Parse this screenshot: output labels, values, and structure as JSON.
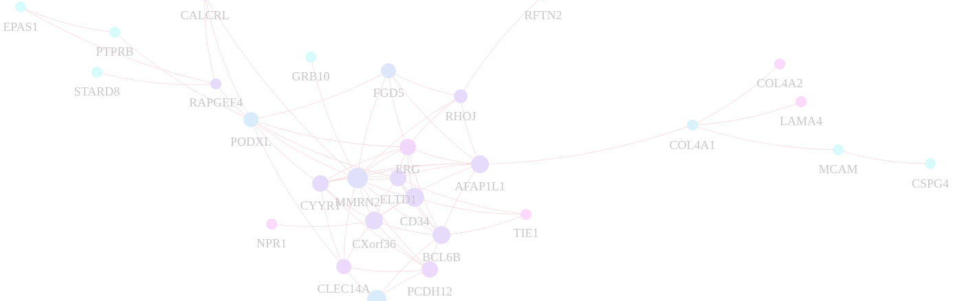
{
  "network": {
    "nodes": [
      {
        "id": "EPAS1",
        "label": "EPAS1",
        "color": "#d7fbfb"
      },
      {
        "id": "CALCRL",
        "label": "CALCRL",
        "color": "#e6dbfa"
      },
      {
        "id": "RFTN2",
        "label": "RFTN2",
        "color": "#d7fbfb"
      },
      {
        "id": "PTPRB",
        "label": "PTPRB",
        "color": "#d7fbfb"
      },
      {
        "id": "STARD8",
        "label": "STARD8",
        "color": "#d7fbfb"
      },
      {
        "id": "GRB10",
        "label": "GRB10",
        "color": "#d7fbfb"
      },
      {
        "id": "FGD5",
        "label": "FGD5",
        "color": "#dde6fb"
      },
      {
        "id": "RAPGEF4",
        "label": "RAPGEF4",
        "color": "#e6dbfa"
      },
      {
        "id": "RHOJ",
        "label": "RHOJ",
        "color": "#e6dbfa"
      },
      {
        "id": "PODXL",
        "label": "PODXL",
        "color": "#d9ecfb"
      },
      {
        "id": "ERG",
        "label": "ERG",
        "color": "#f1d8fb"
      },
      {
        "id": "AFAP1L1",
        "label": "AFAP1L1",
        "color": "#e6dbfa"
      },
      {
        "id": "MMRN2",
        "label": "MMRN2",
        "color": "#dfe1fb"
      },
      {
        "id": "ELTD1",
        "label": "ELTD1",
        "color": "#e6dbfa"
      },
      {
        "id": "CYYR1",
        "label": "CYYR1",
        "color": "#e6dbfa"
      },
      {
        "id": "CD34",
        "label": "CD34",
        "color": "#e6dbfa"
      },
      {
        "id": "NPR1",
        "label": "NPR1",
        "color": "#fbd9fb"
      },
      {
        "id": "TIE1",
        "label": "TIE1",
        "color": "#fbd9fb"
      },
      {
        "id": "CXorf36",
        "label": "CXorf36",
        "color": "#e6dbfa"
      },
      {
        "id": "BCL6B",
        "label": "BCL6B",
        "color": "#e6dbfa"
      },
      {
        "id": "CLEC14A",
        "label": "CLEC14A",
        "color": "#ecd9fb"
      },
      {
        "id": "PCDH12",
        "label": "PCDH12",
        "color": "#ecd9fb"
      },
      {
        "id": "HUB",
        "label": "",
        "color": "#d9ecfb"
      },
      {
        "id": "COL4A2",
        "label": "COL4A2",
        "color": "#fbd9fb"
      },
      {
        "id": "LAMA4",
        "label": "LAMA4",
        "color": "#fbd9fb"
      },
      {
        "id": "COL4A1",
        "label": "COL4A1",
        "color": "#d9f1fb"
      },
      {
        "id": "MCAM",
        "label": "MCAM",
        "color": "#d7fbfb"
      },
      {
        "id": "CSPG4",
        "label": "CSPG4",
        "color": "#d7fbfb"
      }
    ],
    "edges": [
      [
        "EPAS1",
        "PTPRB"
      ],
      [
        "EPAS1",
        "RAPGEF4"
      ],
      [
        "PTPRB",
        "PODXL"
      ],
      [
        "STARD8",
        "RAPGEF4"
      ],
      [
        "CALCRL",
        "RAPGEF4"
      ],
      [
        "CALCRL",
        "PODXL"
      ],
      [
        "CALCRL",
        "MMRN2"
      ],
      [
        "RAPGEF4",
        "PODXL"
      ],
      [
        "PODXL",
        "MMRN2"
      ],
      [
        "PODXL",
        "ELTD1"
      ],
      [
        "PODXL",
        "CYYR1"
      ],
      [
        "PODXL",
        "ERG"
      ],
      [
        "PODXL",
        "CLEC14A"
      ],
      [
        "PODXL",
        "FGD5"
      ],
      [
        "GRB10",
        "MMRN2"
      ],
      [
        "FGD5",
        "ERG"
      ],
      [
        "FGD5",
        "RHOJ"
      ],
      [
        "FGD5",
        "MMRN2"
      ],
      [
        "FGD5",
        "AFAP1L1"
      ],
      [
        "RFTN2",
        "RHOJ"
      ],
      [
        "RHOJ",
        "AFAP1L1"
      ],
      [
        "RHOJ",
        "ERG"
      ],
      [
        "RHOJ",
        "MMRN2"
      ],
      [
        "ERG",
        "AFAP1L1"
      ],
      [
        "ERG",
        "MMRN2"
      ],
      [
        "ERG",
        "ELTD1"
      ],
      [
        "ERG",
        "CYYR1"
      ],
      [
        "ERG",
        "BCL6B"
      ],
      [
        "ERG",
        "CD34"
      ],
      [
        "AFAP1L1",
        "MMRN2"
      ],
      [
        "AFAP1L1",
        "CYYR1"
      ],
      [
        "AFAP1L1",
        "ELTD1"
      ],
      [
        "AFAP1L1",
        "BCL6B"
      ],
      [
        "AFAP1L1",
        "CXorf36"
      ],
      [
        "AFAP1L1",
        "COL4A1"
      ],
      [
        "MMRN2",
        "CYYR1"
      ],
      [
        "MMRN2",
        "ELTD1"
      ],
      [
        "MMRN2",
        "CD34"
      ],
      [
        "MMRN2",
        "CXorf36"
      ],
      [
        "MMRN2",
        "CLEC14A"
      ],
      [
        "MMRN2",
        "BCL6B"
      ],
      [
        "MMRN2",
        "PCDH12"
      ],
      [
        "ELTD1",
        "CYYR1"
      ],
      [
        "ELTD1",
        "CD34"
      ],
      [
        "ELTD1",
        "CXorf36"
      ],
      [
        "ELTD1",
        "BCL6B"
      ],
      [
        "ELTD1",
        "TIE1"
      ],
      [
        "CYYR1",
        "CXorf36"
      ],
      [
        "CYYR1",
        "CLEC14A"
      ],
      [
        "CYYR1",
        "PCDH12"
      ],
      [
        "CD34",
        "BCL6B"
      ],
      [
        "CD34",
        "CXorf36"
      ],
      [
        "CD34",
        "TIE1"
      ],
      [
        "NPR1",
        "CXorf36"
      ],
      [
        "CXorf36",
        "BCL6B"
      ],
      [
        "CXorf36",
        "CLEC14A"
      ],
      [
        "CXorf36",
        "PCDH12"
      ],
      [
        "BCL6B",
        "TIE1"
      ],
      [
        "BCL6B",
        "PCDH12"
      ],
      [
        "CLEC14A",
        "PCDH12"
      ],
      [
        "CLEC14A",
        "HUB"
      ],
      [
        "PCDH12",
        "HUB"
      ],
      [
        "BCL6B",
        "HUB"
      ],
      [
        "COL4A1",
        "COL4A2"
      ],
      [
        "COL4A1",
        "LAMA4"
      ],
      [
        "COL4A1",
        "MCAM"
      ],
      [
        "MCAM",
        "CSPG4"
      ]
    ]
  }
}
